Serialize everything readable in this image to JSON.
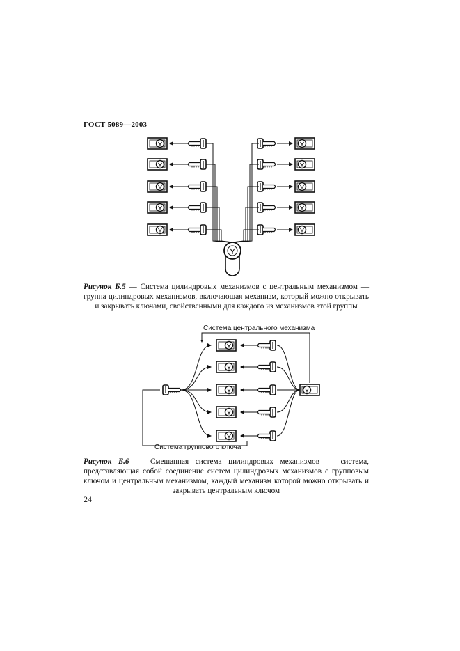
{
  "header": {
    "doc_code": "ГОСТ 5089—2003"
  },
  "figure_b5": {
    "label": "Рисунок Б.5",
    "text": " — Система цилиндровых механизмов с центральным механизмом — группа цилиндровых механизмов, включающая механизм, который можно открывать и закрывать ключами, свойственными для каждого из механизмов этой группы"
  },
  "figure_b6": {
    "label": "Рисунок Б.6",
    "text": " — Смешанная система цилиндровых механизмов — система, представляющая собой соединение систем цилиндровых механизмов с групповым ключом и центральным механизмом, каждый механизм которой можно открывать и закрывать центральным ключом",
    "central_system_label": "Система центрального механизма",
    "group_key_system_label": "Система группового ключа"
  },
  "page": {
    "number": "24"
  }
}
